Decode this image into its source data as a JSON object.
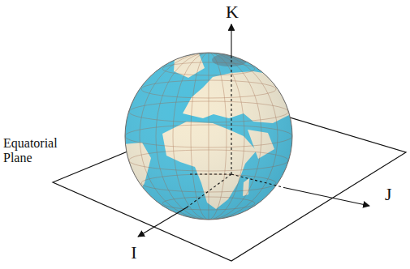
{
  "diagram": {
    "labels": [
      "K",
      "Equatorial Plane",
      "J",
      "I"
    ]
  }
}
